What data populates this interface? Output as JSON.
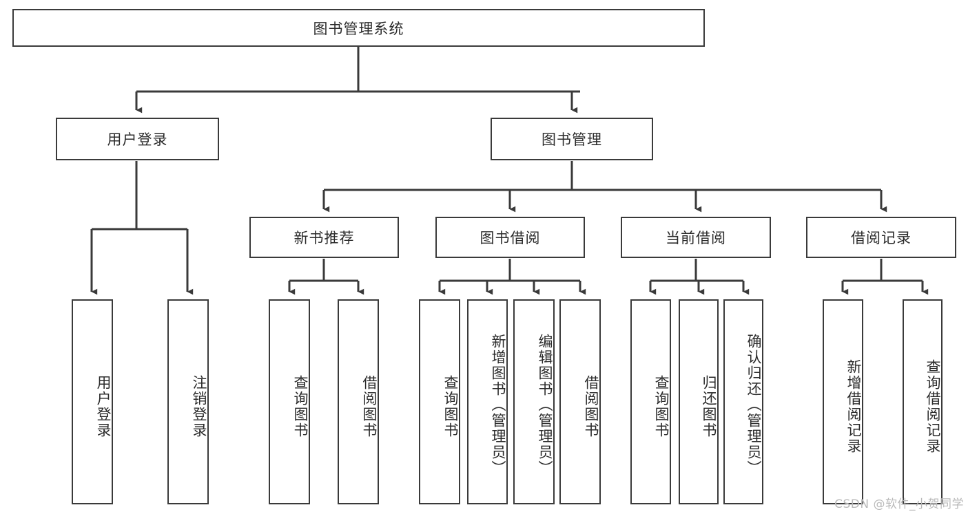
{
  "diagram": {
    "title": "图书管理系统",
    "type": "tree-hierarchy-diagram",
    "root": {
      "label": "图书管理系统"
    },
    "level2": [
      {
        "label": "用户登录"
      },
      {
        "label": "图书管理"
      }
    ],
    "level3": [
      {
        "label": "新书推荐"
      },
      {
        "label": "图书借阅"
      },
      {
        "label": "当前借阅"
      },
      {
        "label": "借阅记录"
      }
    ],
    "leaves": {
      "user_login": [
        {
          "label": "用户登录"
        },
        {
          "label": "注销登录"
        }
      ],
      "new_book_recommend": [
        {
          "label": "查询图书"
        },
        {
          "label": "借阅图书"
        }
      ],
      "book_borrow": [
        {
          "label": "查询图书"
        },
        {
          "label": "新增图书（管理员）"
        },
        {
          "label": "编辑图书（管理员）"
        },
        {
          "label": "借阅图书"
        }
      ],
      "current_borrow": [
        {
          "label": "查询图书"
        },
        {
          "label": "归还图书"
        },
        {
          "label": "确认归还（管理员）"
        }
      ],
      "borrow_record": [
        {
          "label": "新增借阅记录"
        },
        {
          "label": "查询借阅记录"
        }
      ]
    }
  },
  "watermark": {
    "text": "CSDN @软件_小贺同学"
  },
  "colors": {
    "border": "#3a3a3a",
    "line": "#3a3a3a",
    "background": "#ffffff",
    "text": "#2b2b2b",
    "watermark": "#b9b9b9"
  }
}
